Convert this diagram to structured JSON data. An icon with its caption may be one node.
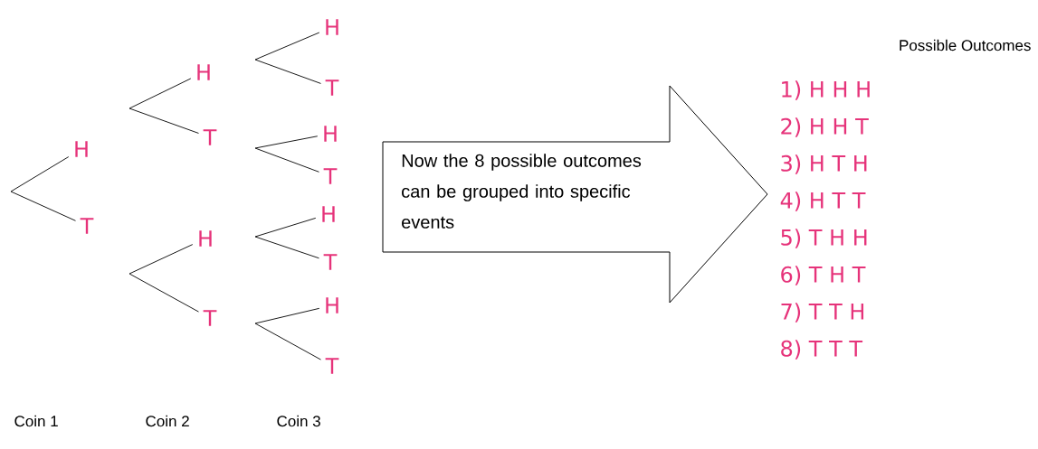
{
  "diagram": {
    "nodes": [
      {
        "text": [
          "H"
        ]
      },
      {
        "text": [
          "T"
        ]
      },
      {
        "text": [
          "H"
        ]
      },
      {
        "text": [
          "T"
        ]
      },
      {
        "text": [
          "H"
        ]
      },
      {
        "text": [
          "T"
        ]
      },
      {
        "text": [
          "H"
        ]
      },
      {
        "text": [
          "T"
        ]
      },
      {
        "text": [
          "H"
        ]
      },
      {
        "text": [
          "T"
        ]
      },
      {
        "text": [
          "H"
        ]
      },
      {
        "text": [
          "T"
        ]
      },
      {
        "text": [
          "H"
        ]
      },
      {
        "text": [
          "T"
        ]
      },
      {
        "text": [
          "Now the 8 possible outcomes can be grouped into specific events"
        ]
      }
    ],
    "edges": [
      {
        "from": null,
        "to": 0,
        "arrow": "none"
      },
      {
        "from": null,
        "to": 1,
        "arrow": "none"
      },
      {
        "from": null,
        "to": 2,
        "arrow": "none"
      },
      {
        "from": null,
        "to": 3,
        "arrow": "none"
      },
      {
        "from": null,
        "to": 4,
        "arrow": "none"
      },
      {
        "from": null,
        "to": 5,
        "arrow": "none"
      },
      {
        "from": null,
        "to": 6,
        "arrow": "none"
      },
      {
        "from": null,
        "to": 7,
        "arrow": "none"
      },
      {
        "from": null,
        "to": 8,
        "arrow": "none"
      },
      {
        "from": null,
        "to": 9,
        "arrow": "none"
      },
      {
        "from": null,
        "to": 10,
        "arrow": "none"
      },
      {
        "from": null,
        "to": 11,
        "arrow": "none"
      },
      {
        "from": null,
        "to": 12,
        "arrow": "none"
      },
      {
        "from": null,
        "to": 13,
        "arrow": "none"
      }
    ],
    "labels": [
      "Possible Outcomes",
      "1) H H H",
      "2) H H T",
      "3) H T H",
      "4) H T T",
      "5) T H H",
      "6) T H T",
      "7) T T H",
      "8) T T T",
      "Coin 1",
      "Coin 2",
      "Coin 3"
    ]
  }
}
